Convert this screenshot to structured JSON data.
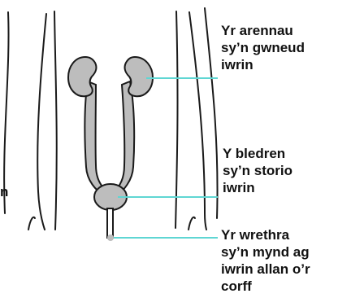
{
  "labels": {
    "kidneys": "Yr arennau\nsy’n gwneud\niwrin",
    "bladder": "Y bledren\nsy’n storio\niwrin",
    "urethra": "Yr wrethra\nsy’n mynd ag\niwrin allan o’r\ncorff",
    "left_edge": "n"
  },
  "colors": {
    "outline": "#1a1a1a",
    "organ_fill": "#bdbdbd",
    "leader_line": "#5fd6d3",
    "background": "#ffffff"
  }
}
